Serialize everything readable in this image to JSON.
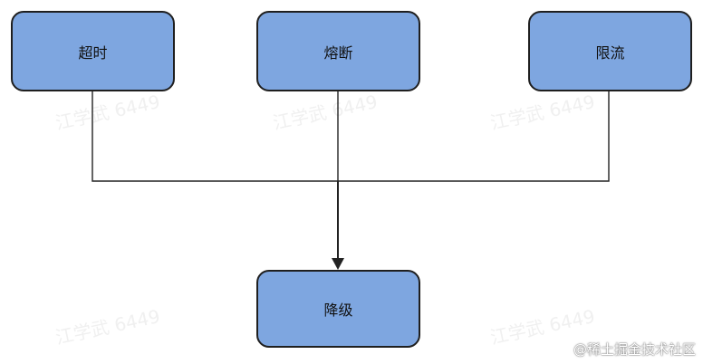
{
  "diagram": {
    "node_fill": "#7ea6e0",
    "edge_color": "#222222",
    "nodes": {
      "timeout": "超时",
      "circuit_breaker": "熔断",
      "rate_limit": "限流",
      "degrade": "降级"
    },
    "watermark_text": "江学武 6449",
    "credit": "@稀土掘金技术社区"
  }
}
